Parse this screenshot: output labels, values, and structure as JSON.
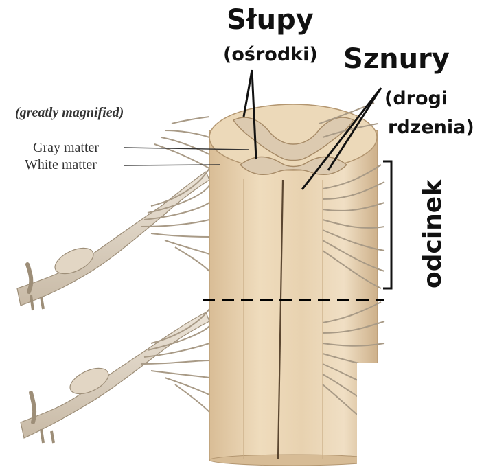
{
  "labels": {
    "slupy": "Słupy",
    "osrodki": "(ośrodki)",
    "sznury": "Sznury",
    "drogi_line1": "(drogi",
    "drogi_line2": "rdzenia)",
    "odcinek": "odcinek",
    "magnified": "(greatly magnified)",
    "gray_matter": "Gray matter",
    "white_matter": "White matter"
  },
  "colors": {
    "cord_fill": "#e6cfae",
    "cord_shade": "#cfb28a",
    "cord_light": "#f1e2c8",
    "gray_matter": "#d9c6aa",
    "nerve_fill": "#ddd3c4",
    "nerve_stroke": "#a89a86",
    "leader_line": "#111111",
    "dashed_line": "#000000"
  }
}
